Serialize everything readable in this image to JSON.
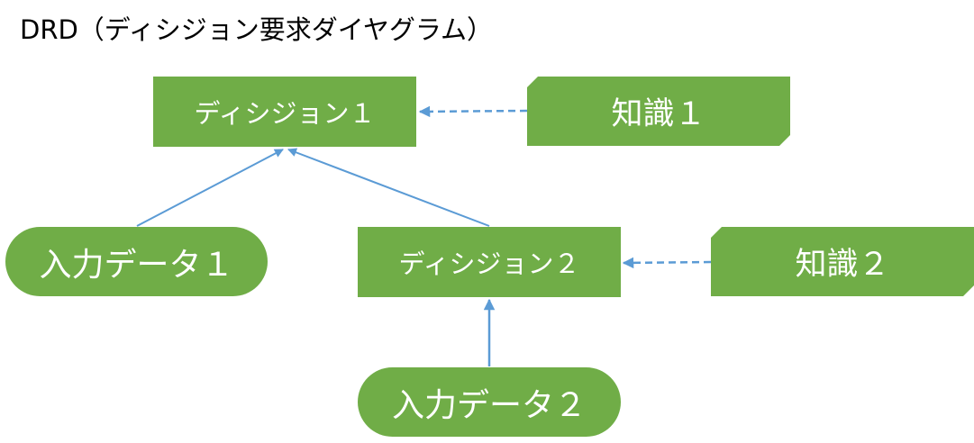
{
  "title": "DRD（ディシジョン要求ダイヤグラム）",
  "colors": {
    "node_fill": "#70ad47",
    "node_text": "#ffffff",
    "connector": "#5b9bd5",
    "title_text": "#000000"
  },
  "nodes": {
    "decision_1": {
      "type": "decision",
      "label": "ディシジョン１"
    },
    "decision_2": {
      "type": "decision",
      "label": "ディシジョン２"
    },
    "input_data_1": {
      "type": "input-data",
      "label": "入力データ１"
    },
    "input_data_2": {
      "type": "input-data",
      "label": "入力データ２"
    },
    "knowledge_1": {
      "type": "knowledge-source",
      "label": "知識１"
    },
    "knowledge_2": {
      "type": "knowledge-source",
      "label": "知識２"
    }
  },
  "edges": [
    {
      "from": "input_data_1",
      "to": "decision_1",
      "kind": "information-requirement",
      "style": "solid"
    },
    {
      "from": "decision_2",
      "to": "decision_1",
      "kind": "information-requirement",
      "style": "solid"
    },
    {
      "from": "input_data_2",
      "to": "decision_2",
      "kind": "information-requirement",
      "style": "solid"
    },
    {
      "from": "knowledge_1",
      "to": "decision_1",
      "kind": "authority-requirement",
      "style": "dashed"
    },
    {
      "from": "knowledge_2",
      "to": "decision_2",
      "kind": "authority-requirement",
      "style": "dashed"
    }
  ]
}
